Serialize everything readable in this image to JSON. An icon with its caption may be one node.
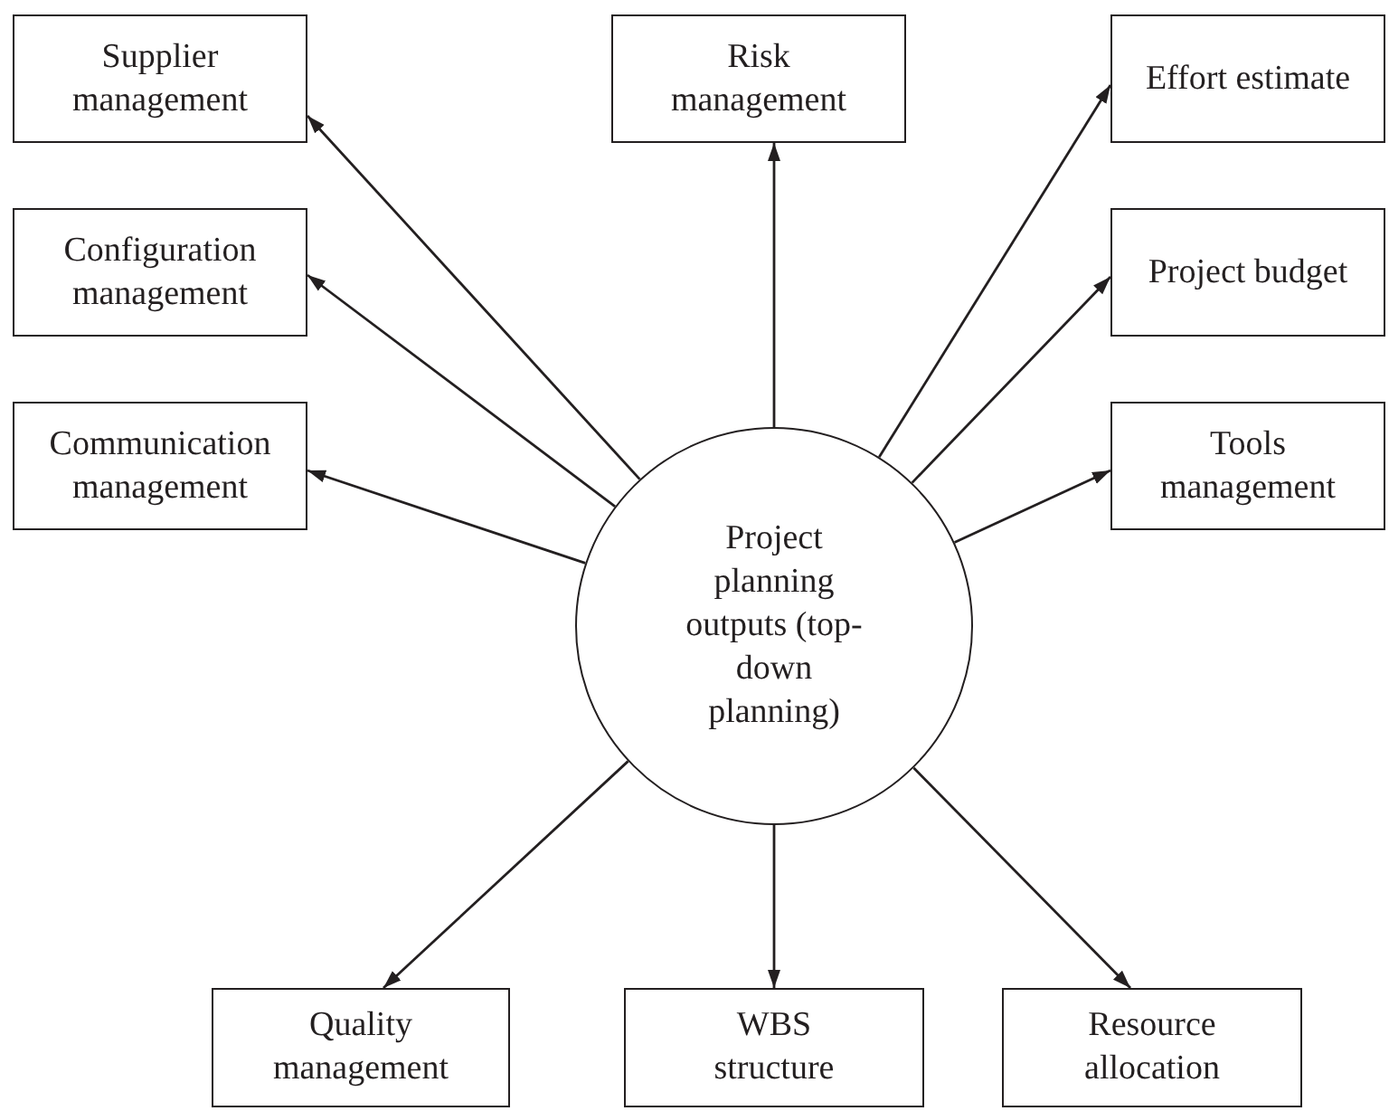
{
  "diagram": {
    "nodes": [
      {
        "text": [
          "Supplier management"
        ]
      },
      {
        "text": [
          "Risk management"
        ]
      },
      {
        "text": [
          "Effort estimate"
        ]
      },
      {
        "text": [
          "Configuration management"
        ]
      },
      {
        "text": [
          "Project budget"
        ]
      },
      {
        "text": [
          "Communication management"
        ]
      },
      {
        "text": [
          "Tools management"
        ]
      },
      {
        "text": [
          "Project planning outputs (top-down planning)"
        ]
      },
      {
        "text": [
          "Quality management"
        ]
      },
      {
        "text": [
          "WBS structure"
        ]
      },
      {
        "text": [
          "Resource allocation"
        ]
      }
    ],
    "edges": [
      {
        "from": 7,
        "to": 0,
        "arrow": "to"
      },
      {
        "from": 7,
        "to": 1,
        "arrow": "to"
      },
      {
        "from": 7,
        "to": 2,
        "arrow": "to"
      },
      {
        "from": 7,
        "to": 3,
        "arrow": "to"
      },
      {
        "from": 7,
        "to": 4,
        "arrow": "to"
      },
      {
        "from": 7,
        "to": 5,
        "arrow": "to"
      },
      {
        "from": 7,
        "to": 6,
        "arrow": "to"
      },
      {
        "from": 7,
        "to": 8,
        "arrow": "to"
      },
      {
        "from": 7,
        "to": 9,
        "arrow": "to"
      },
      {
        "from": 7,
        "to": 10,
        "arrow": "to"
      }
    ]
  }
}
